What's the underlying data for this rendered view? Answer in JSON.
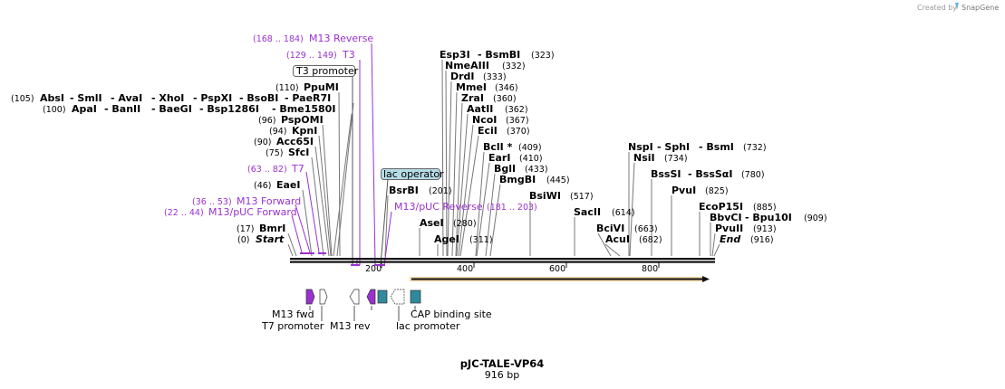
{
  "watermark": {
    "created_by": "Created by",
    "brand": "SnapGene"
  },
  "plasmid": {
    "name": "pJC-TALE-VP64",
    "size_label": "916 bp"
  },
  "axis": {
    "ticks": [
      "200",
      "400",
      "600",
      "800"
    ]
  },
  "colors": {
    "primer": "#9b30d0",
    "feature_box": "#2e8a9c",
    "orf": "#f5b85a",
    "backbone": "#111111"
  },
  "sites": {
    "s_bmri": {
      "pos": "(17)",
      "name": "BmrI"
    },
    "s_start": {
      "pos": "(0)",
      "name": "Start"
    },
    "s_eaei": {
      "pos": "(46)",
      "name": "EaeI"
    },
    "s_sfci": {
      "pos": "(75)",
      "name": "SfcI"
    },
    "s_acc65i": {
      "pos": "(90)",
      "name": "Acc65I"
    },
    "s_kpni": {
      "pos": "(94)",
      "name": "KpnI"
    },
    "s_pspomi": {
      "pos": "(96)",
      "name": "PspOMI"
    },
    "s_apai": {
      "pos": "(100)",
      "name": "ApaI",
      "alt1": "- BanII",
      "alt2": "- BaeGI",
      "alt3": "- Bsp1286I",
      "alt4": "- Bme1580I"
    },
    "s_absi": {
      "pos": "(105)",
      "name": "AbsI",
      "alt1": "- SmlI",
      "alt2": "- AvaI",
      "alt3": "- XhoI",
      "alt4": "- PspXI",
      "alt5": "- BsoBI",
      "alt6": "- PaeR7I"
    },
    "s_ppumi": {
      "pos": "(110)",
      "name": "PpuMI"
    },
    "s_bsrbi": {
      "name": "BsrBI",
      "pos": "(201)"
    },
    "s_asei": {
      "name": "AseI",
      "pos": "(280)"
    },
    "s_agei": {
      "name": "AgeI",
      "pos": "(311)"
    },
    "s_esp3i": {
      "name": "Esp3I",
      "alt1": "- BsmBI",
      "pos": "(323)"
    },
    "s_nmeaiii": {
      "name": "NmeAIII",
      "pos": "(332)"
    },
    "s_drdi": {
      "name": "DrdI",
      "pos": "(333)"
    },
    "s_mmei": {
      "name": "MmeI",
      "pos": "(346)"
    },
    "s_zrai": {
      "name": "ZraI",
      "pos": "(360)"
    },
    "s_aatii": {
      "name": "AatII",
      "pos": "(362)"
    },
    "s_ncoi": {
      "name": "NcoI",
      "pos": "(367)"
    },
    "s_ecii": {
      "name": "EciI",
      "pos": "(370)"
    },
    "s_bcli": {
      "name": "BclI *",
      "pos": "(409)"
    },
    "s_eari": {
      "name": "EarI",
      "pos": "(410)"
    },
    "s_bgli": {
      "name": "BglI",
      "pos": "(433)"
    },
    "s_bmgbi": {
      "name": "BmgBI",
      "pos": "(445)"
    },
    "s_bsiwi": {
      "name": "BsiWI",
      "pos": "(517)"
    },
    "s_sacii": {
      "name": "SacII",
      "pos": "(614)"
    },
    "s_bcivi": {
      "name": "BciVI",
      "pos": "(663)"
    },
    "s_acui": {
      "name": "AcuI",
      "pos": "(682)"
    },
    "s_nspi": {
      "name": "NspI",
      "alt1": "- SphI",
      "alt2": "- BsmI",
      "pos": "(732)"
    },
    "s_nsii": {
      "name": "NsiI",
      "pos": "(734)"
    },
    "s_bsssi": {
      "name": "BssSI",
      "alt1": "- BssSαI",
      "pos": "(780)"
    },
    "s_pvui": {
      "name": "PvuI",
      "pos": "(825)"
    },
    "s_ecop15i": {
      "name": "EcoP15I",
      "pos": "(885)"
    },
    "s_bbvci": {
      "name": "BbvCI",
      "alt1": "- Bpu10I",
      "pos": "(909)"
    },
    "s_pvuii": {
      "name": "PvuII",
      "pos": "(913)"
    },
    "s_end": {
      "name": "End",
      "pos": "(916)"
    }
  },
  "primers": {
    "p_m13rev": {
      "range": "(168 .. 184)",
      "name": "M13 Reverse"
    },
    "p_t3": {
      "range": "(129 .. 149)",
      "name": "T3"
    },
    "p_t7": {
      "range": "(63 .. 82)",
      "name": "T7"
    },
    "p_m13fwd": {
      "range": "(36 .. 53)",
      "name": "M13 Forward"
    },
    "p_m13puc_fwd": {
      "range": "(22 .. 44)",
      "name": "M13/pUC Forward"
    },
    "p_m13puc_rev": {
      "name": "M13/pUC Reverse",
      "range": "(181 .. 203)"
    }
  },
  "boxed_features": {
    "t3_promoter": "T3 promoter",
    "lac_operator": "lac operator"
  },
  "feature_labels": {
    "m13_fwd": "M13 fwd",
    "t7_promoter": "T7 promoter",
    "m13_rev": "M13 rev",
    "lac_promoter": "lac promoter",
    "cap_site": "CAP binding site"
  }
}
